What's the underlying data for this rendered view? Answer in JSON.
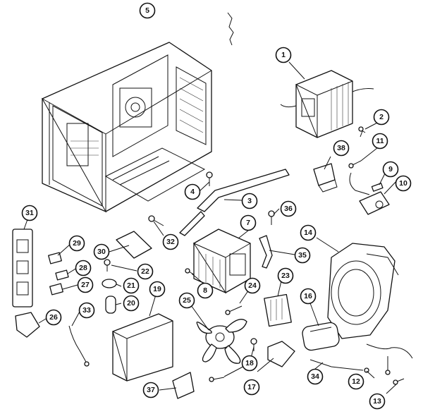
{
  "diagram": {
    "callouts": [
      {
        "id": "c1",
        "label": "1"
      },
      {
        "id": "c2",
        "label": "2"
      },
      {
        "id": "c3",
        "label": "3"
      },
      {
        "id": "c4",
        "label": "4"
      },
      {
        "id": "c5",
        "label": "5"
      },
      {
        "id": "c7",
        "label": "7"
      },
      {
        "id": "c8",
        "label": "8"
      },
      {
        "id": "c9",
        "label": "9"
      },
      {
        "id": "c10",
        "label": "10"
      },
      {
        "id": "c11",
        "label": "11"
      },
      {
        "id": "c12",
        "label": "12"
      },
      {
        "id": "c13",
        "label": "13"
      },
      {
        "id": "c14",
        "label": "14"
      },
      {
        "id": "c16",
        "label": "16"
      },
      {
        "id": "c17",
        "label": "17"
      },
      {
        "id": "c18",
        "label": "18"
      },
      {
        "id": "c19",
        "label": "19"
      },
      {
        "id": "c20",
        "label": "20"
      },
      {
        "id": "c21",
        "label": "21"
      },
      {
        "id": "c22",
        "label": "22"
      },
      {
        "id": "c23",
        "label": "23"
      },
      {
        "id": "c24",
        "label": "24"
      },
      {
        "id": "c25",
        "label": "25"
      },
      {
        "id": "c26",
        "label": "26"
      },
      {
        "id": "c27",
        "label": "27"
      },
      {
        "id": "c28",
        "label": "28"
      },
      {
        "id": "c29",
        "label": "29"
      },
      {
        "id": "c30",
        "label": "30"
      },
      {
        "id": "c31",
        "label": "31"
      },
      {
        "id": "c32",
        "label": "32"
      },
      {
        "id": "c33",
        "label": "33"
      },
      {
        "id": "c34",
        "label": "34"
      },
      {
        "id": "c35",
        "label": "35"
      },
      {
        "id": "c36",
        "label": "36"
      },
      {
        "id": "c37",
        "label": "37"
      },
      {
        "id": "c38",
        "label": "38"
      }
    ]
  }
}
